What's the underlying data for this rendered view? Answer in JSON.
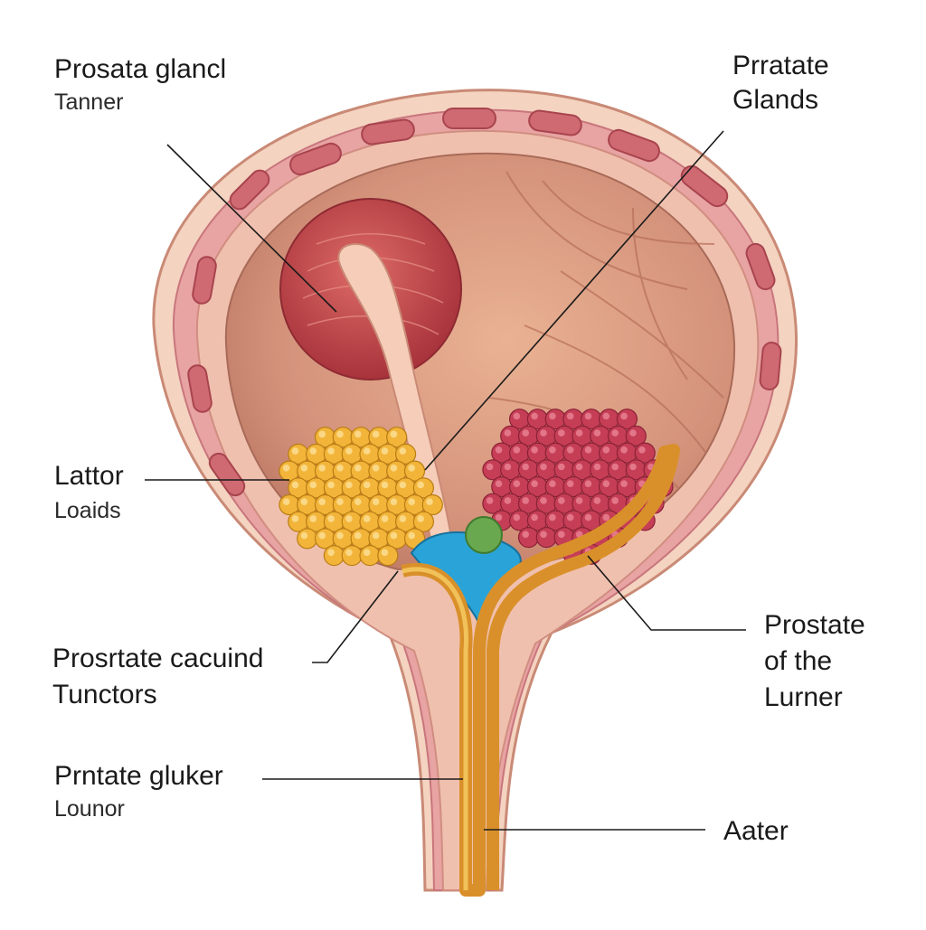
{
  "colors": {
    "background": "#ffffff",
    "wall_outer": "#f2cdb8",
    "wall_muscle": "#e3919a",
    "cavity": "#d99a7e",
    "red_mass": "#c64a4f",
    "yellow_cluster": "#f2b53a",
    "red_cluster": "#c53e56",
    "blue_tissue": "#2aa4d8",
    "green_nodule": "#6aa84f",
    "duct_gold": "#d9902a",
    "leader_line": "#1a1a1a"
  },
  "labels": {
    "top_left_title": "Prosata glancl",
    "top_left_sub": "Tanner",
    "top_right_line1": "Prratate",
    "top_right_line2": "Glands",
    "mid_left_line1": "Lattor",
    "mid_left_line2": "Loaids",
    "lower_left_line1": "Prosrtate cacuind",
    "lower_left_line2": "Tunctors",
    "bottom_left_title": "Prntate gluker",
    "bottom_left_sub": "Lounor",
    "right_line1": "Prostate",
    "right_line2": "of the",
    "right_line3": "Lurner",
    "bottom_right": "Aater"
  }
}
